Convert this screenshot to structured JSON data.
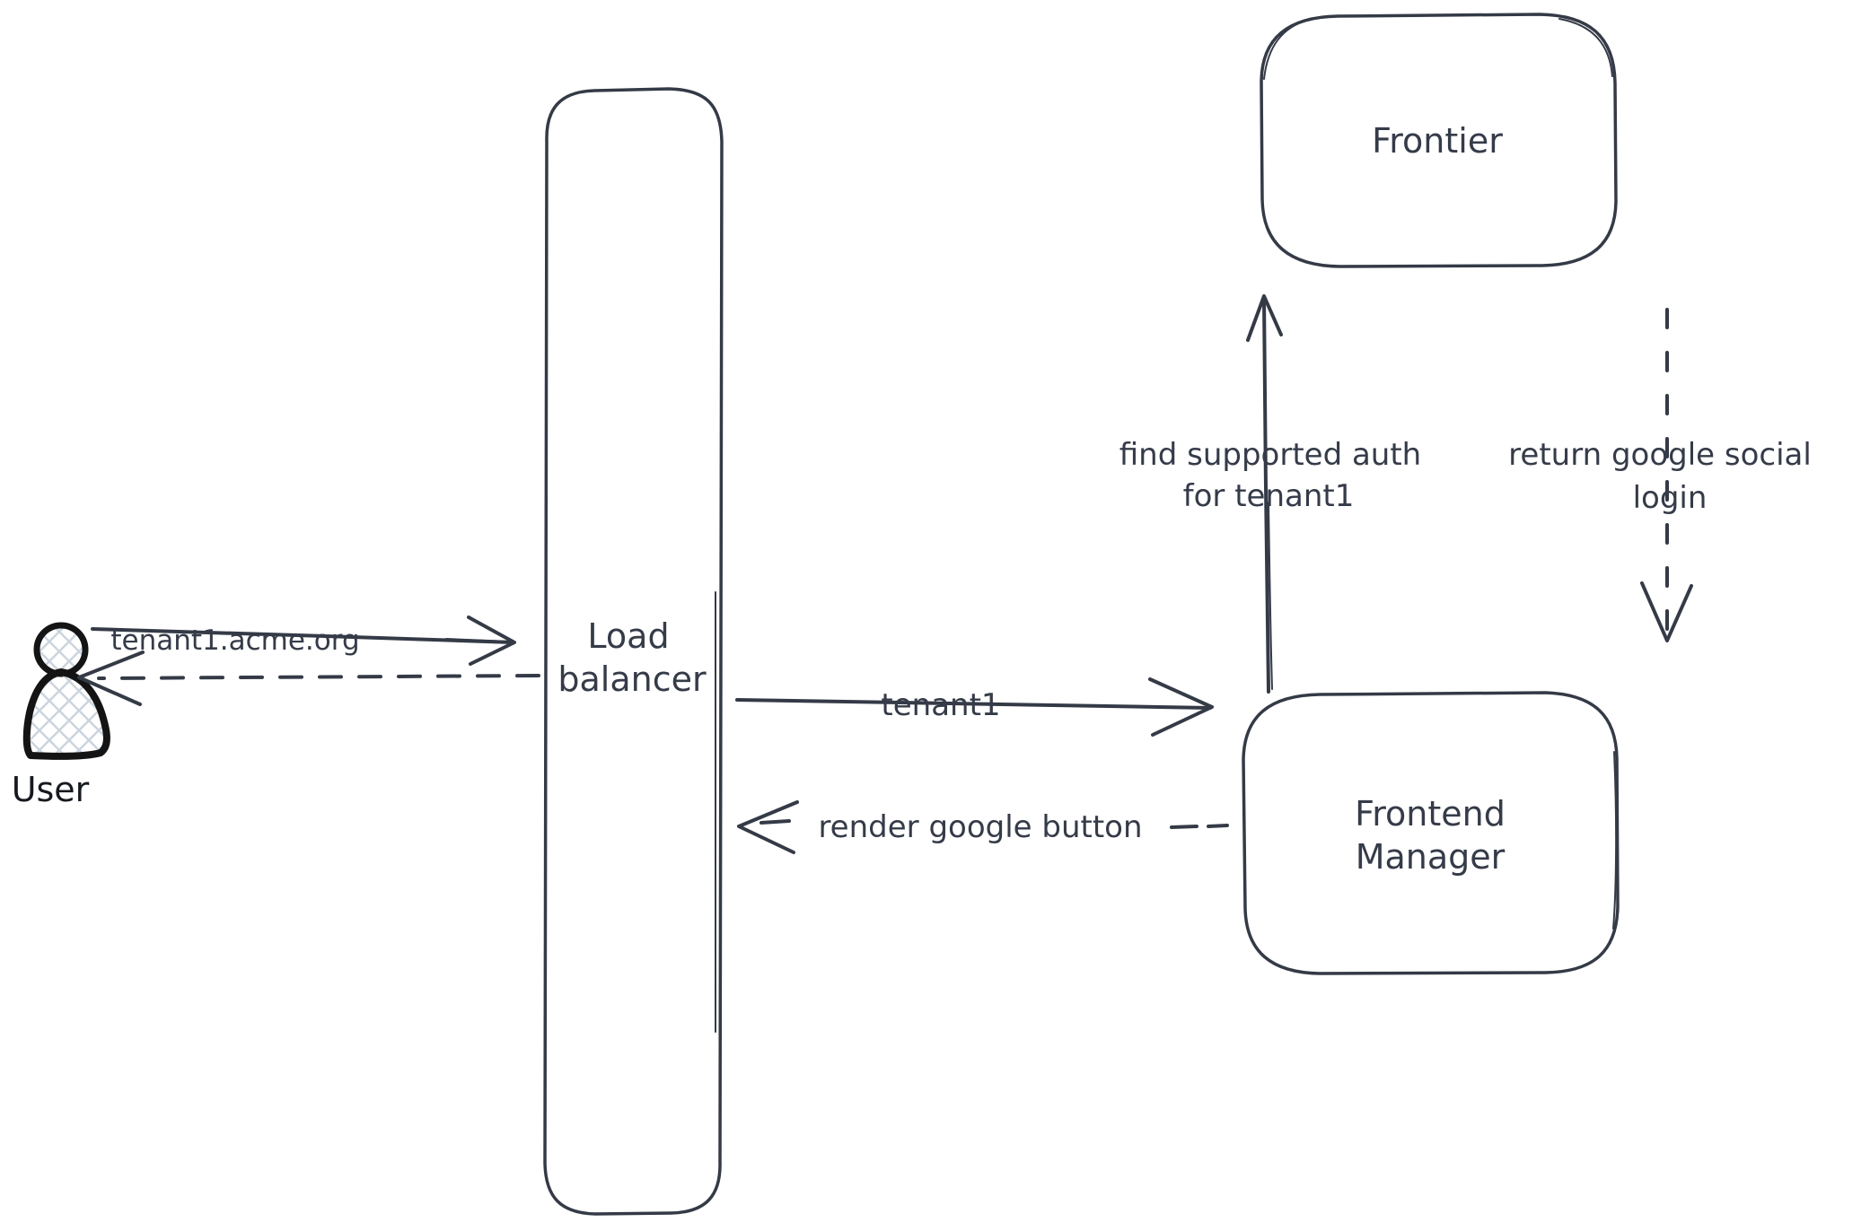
{
  "diagram": {
    "kind": "hand-drawn sequence diagram",
    "colors": {
      "background": "#ffffff",
      "stroke": "#343a46",
      "text": "#353b48",
      "user_icon_stroke": "#141414",
      "user_icon_hatch": "#ccd5de"
    },
    "actors": {
      "user": {
        "label": "User",
        "icon": "user-icon"
      },
      "load_balancer": {
        "label_line1": "Load",
        "label_line2": "balancer"
      },
      "frontier": {
        "label": "Frontier"
      },
      "frontend_manager": {
        "label_line1": "Frontend",
        "label_line2": "Manager"
      }
    },
    "flows": [
      {
        "from": "user",
        "to": "load_balancer",
        "style": "solid-arrow",
        "label": "tenant1.acme.org"
      },
      {
        "from": "load_balancer",
        "to": "user",
        "style": "dashed-arrow"
      },
      {
        "from": "load_balancer",
        "to": "frontend_manager",
        "style": "solid-arrow",
        "label": "tenant1"
      },
      {
        "from": "frontend_manager",
        "to": "load_balancer",
        "style": "dashed-arrow",
        "label": "render google button"
      },
      {
        "from": "frontend_manager",
        "to": "frontier",
        "style": "solid-arrow",
        "label": [
          "find supported auth",
          "for tenant1"
        ]
      },
      {
        "from": "frontier",
        "to": "frontend_manager",
        "style": "dashed-arrow",
        "label": [
          "return google social",
          "login"
        ]
      }
    ]
  }
}
